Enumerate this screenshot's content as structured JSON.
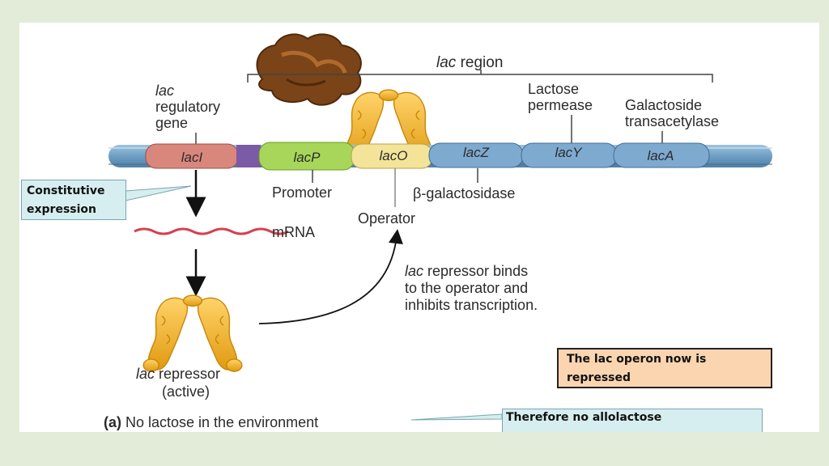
{
  "diagram": {
    "region_label_italic": "lac",
    "region_label_rest": " region",
    "regulatory_gene": [
      "lac",
      "regulatory",
      "gene"
    ],
    "lactose_permease": [
      "Lactose",
      "permease"
    ],
    "galactoside_transacetylase": [
      "Galactoside",
      "transacetylase"
    ],
    "genes": [
      "lacI",
      "lacP",
      "lacO",
      "lacZ",
      "lacY",
      "lacA"
    ],
    "promoter": "Promoter",
    "operator": "Operator",
    "b_galactosidase": "β-galactosidase",
    "mrna": "mRNA",
    "binds_text": {
      "line1_italic": "lac",
      "line1_rest": " repressor binds",
      "line2": "to the operator and",
      "line3": "inhibits transcription."
    },
    "repressor_label": {
      "line1_italic": "lac",
      "line1_rest": " repressor",
      "line2": "(active)"
    },
    "caption": {
      "prefix": "(a)",
      "text": " No lactose in the environment"
    }
  },
  "callouts": {
    "constitutive": "Constitutive expression",
    "repressed": "The lac operon now is repressed",
    "allolactose": "Therefore no allolactose"
  },
  "colors": {
    "background": "#e2ecd9",
    "dna": "#6f9fc4",
    "lacI": "#d9877d",
    "lacP": "#a8d65a",
    "lacO": "#f3e49a",
    "repressor": "#f0b429",
    "rna_polymerase": "#8a4a1c",
    "callout_blue": "#d6eef0",
    "callout_orange": "#fad5b0"
  }
}
